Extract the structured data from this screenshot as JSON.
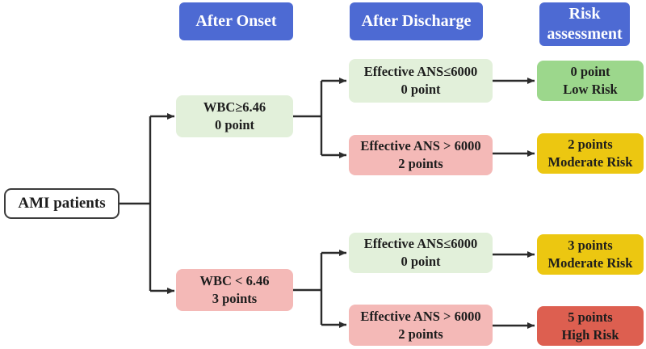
{
  "colors": {
    "header_bg": "#4d6ad3",
    "header_text": "#ffffff",
    "light_green": "#e2f0da",
    "light_red": "#f4b9b7",
    "green": "#9cd78c",
    "yellow": "#ecc711",
    "red": "#dd5f50",
    "line": "#2b2b2b",
    "text": "#1d1d1d"
  },
  "headers": {
    "after_onset": "After Onset",
    "after_discharge": "After Discharge",
    "risk_assessment": "Risk assessment"
  },
  "root": {
    "label": "AMI patients"
  },
  "nodes": {
    "wbc_high": {
      "line1": "WBC≥6.46",
      "line2": "0 point"
    },
    "wbc_low": {
      "line1": "WBC < 6.46",
      "line2": "3 points"
    },
    "ans_le_top": {
      "line1": "Effective ANS≤6000",
      "line2": "0 point"
    },
    "ans_gt_top": {
      "line1": "Effective ANS > 6000",
      "line2": "2 points"
    },
    "ans_le_bottom": {
      "line1": "Effective ANS≤6000",
      "line2": "0 point"
    },
    "ans_gt_bottom": {
      "line1": "Effective ANS > 6000",
      "line2": "2 points"
    },
    "risk_low": {
      "line1": "0 point",
      "line2": "Low Risk"
    },
    "risk_mod2": {
      "line1": "2 points",
      "line2": "Moderate Risk"
    },
    "risk_mod3": {
      "line1": "3 points",
      "line2": "Moderate Risk"
    },
    "risk_high": {
      "line1": "5 points",
      "line2": "High Risk"
    }
  }
}
